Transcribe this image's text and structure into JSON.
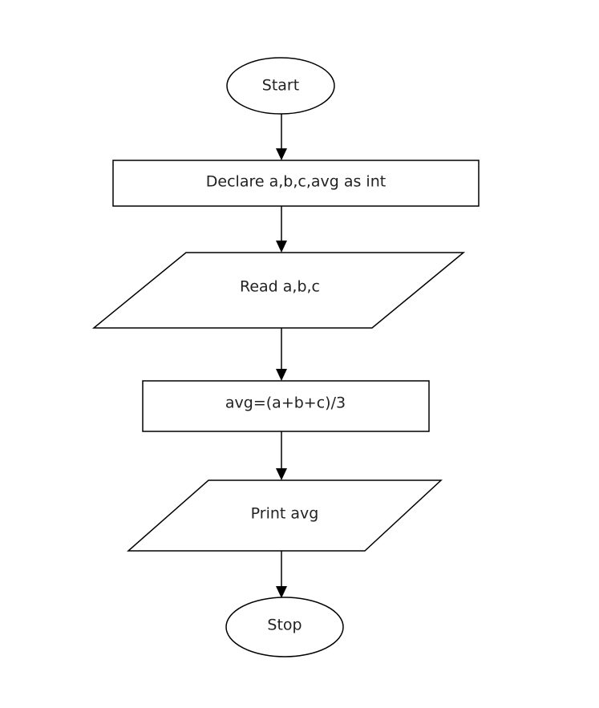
{
  "diagram": {
    "nodes": [
      {
        "id": "start",
        "kind": "terminator",
        "label": "Start"
      },
      {
        "id": "declare",
        "kind": "process",
        "label": "Declare a,b,c,avg as int"
      },
      {
        "id": "read",
        "kind": "input-output",
        "label": "Read a,b,c"
      },
      {
        "id": "compute",
        "kind": "process",
        "label": "avg=(a+b+c)/3"
      },
      {
        "id": "print",
        "kind": "input-output",
        "label": "Print avg"
      },
      {
        "id": "stop",
        "kind": "terminator",
        "label": "Stop"
      }
    ],
    "edges": [
      {
        "from": "start",
        "to": "declare"
      },
      {
        "from": "declare",
        "to": "read"
      },
      {
        "from": "read",
        "to": "compute"
      },
      {
        "from": "compute",
        "to": "print"
      },
      {
        "from": "print",
        "to": "stop"
      }
    ],
    "colors": {
      "background": "#ffffff",
      "stroke": "#000000",
      "text": "#222222"
    }
  }
}
